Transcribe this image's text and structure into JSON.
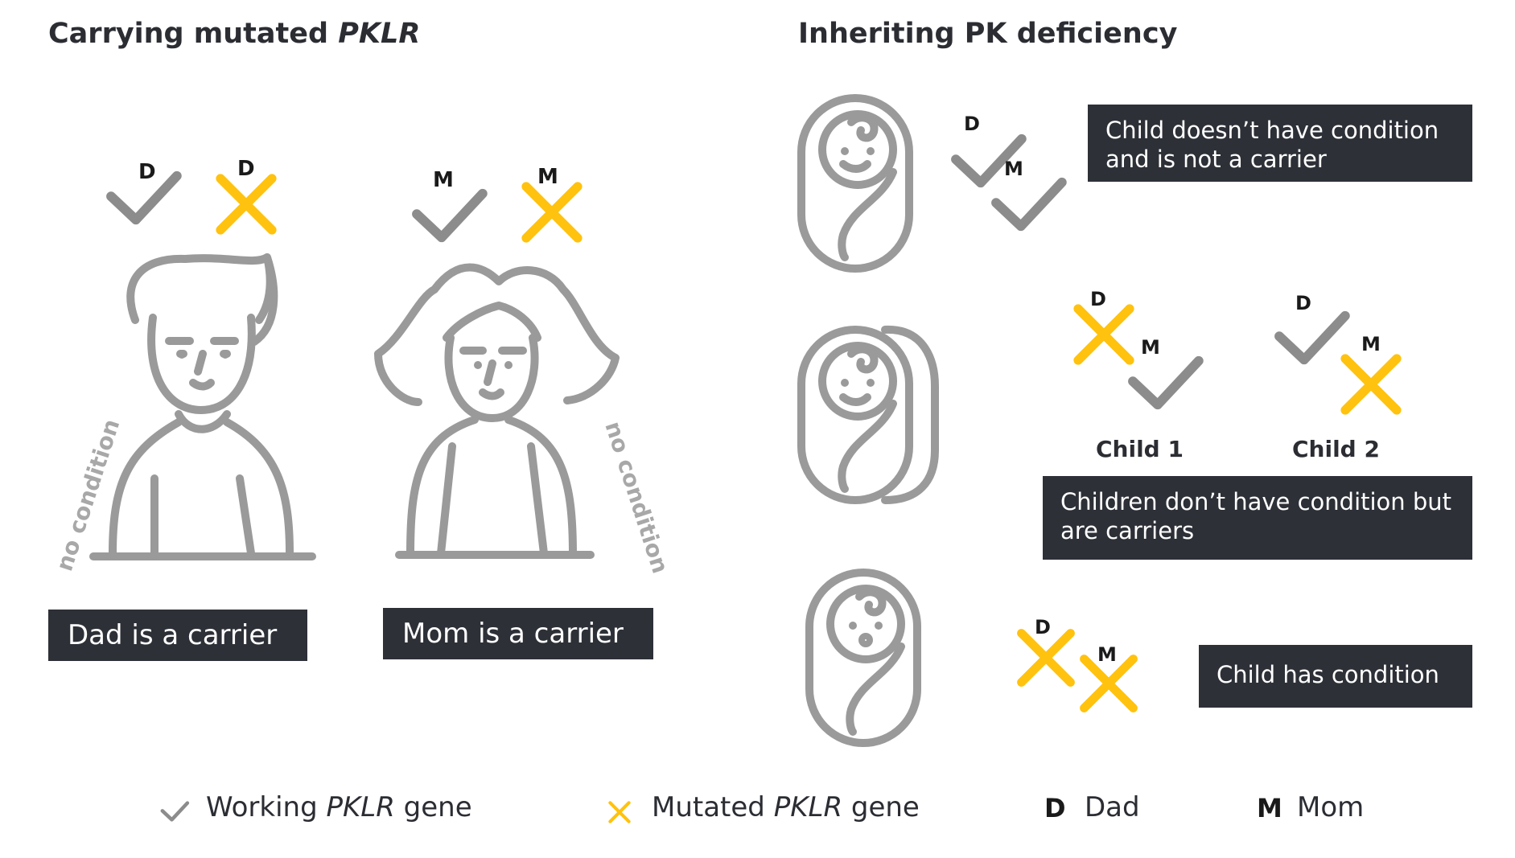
{
  "left_panel": {
    "title_prefix": "Carrying mutated ",
    "title_gene": "PKLR",
    "dad": {
      "letter": "D",
      "side_label": "no condition",
      "caption": "Dad is a carrier"
    },
    "mom": {
      "letter": "M",
      "side_label": "no condition",
      "caption": "Mom is a carrier"
    }
  },
  "right_panel": {
    "title": "Inheriting PK deficiency",
    "outcomes": [
      {
        "dad_letter": "D",
        "mom_letter": "M",
        "caption": "Child doesn’t have condition and is not a carrier"
      },
      {
        "children": [
          {
            "label": "Child 1",
            "dad_letter": "D",
            "mom_letter": "M"
          },
          {
            "label": "Child 2",
            "dad_letter": "D",
            "mom_letter": "M"
          }
        ],
        "caption": "Children don’t have condition but are carriers"
      },
      {
        "dad_letter": "D",
        "mom_letter": "M",
        "caption": "Child has condition"
      }
    ]
  },
  "legend": {
    "working_prefix": "Working ",
    "working_gene": "PKLR",
    "working_suffix": " gene",
    "mutated_prefix": "Mutated ",
    "mutated_gene": "PKLR",
    "mutated_suffix": " gene",
    "dad_letter": "D",
    "dad_label": "Dad",
    "mom_letter": "M",
    "mom_label": "Mom"
  },
  "colors": {
    "working": "#8c8c8c",
    "mutated": "#ffc20e",
    "line_art": "#9a9a9a",
    "caption_bg": "#2d3037",
    "text": "#2b2d33"
  }
}
